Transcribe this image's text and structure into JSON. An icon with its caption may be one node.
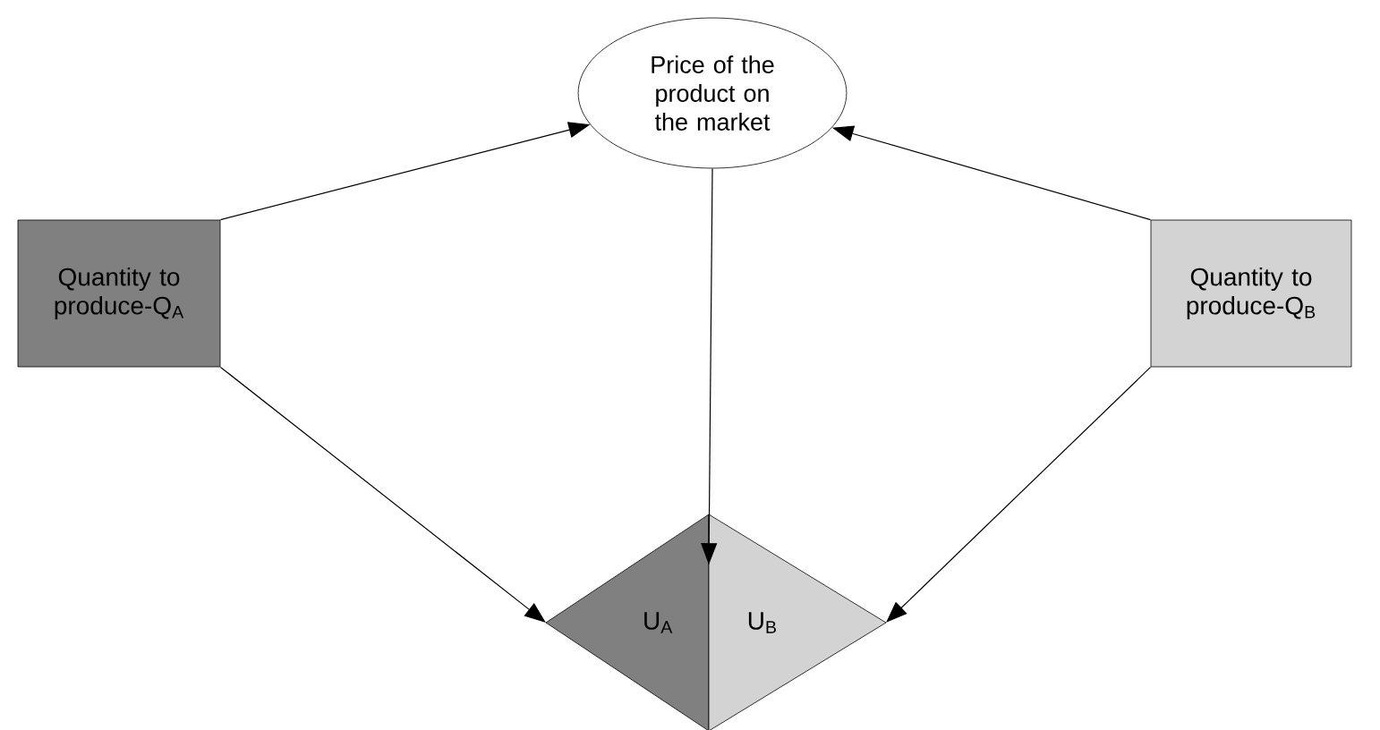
{
  "diagram": {
    "nodes": [
      {
        "text": [
          "Price of the product on the market"
        ]
      },
      {
        "text": [
          "Quantity to produce-Q$_{A}$"
        ]
      },
      {
        "text": [
          "Quantity to produce-Q$_{B}$"
        ]
      },
      {
        "text": [
          "U$_{A}$"
        ]
      },
      {
        "text": [
          "U$_{B}$"
        ]
      }
    ],
    "edges": [
      {
        "from": 1,
        "to": 0,
        "arrow": "to"
      },
      {
        "from": 2,
        "to": 0,
        "arrow": "to"
      },
      {
        "from": 0,
        "to": 3,
        "arrow": "to"
      },
      {
        "from": 1,
        "to": 3,
        "arrow": "to"
      },
      {
        "from": 2,
        "to": 4,
        "arrow": "to"
      }
    ]
  }
}
